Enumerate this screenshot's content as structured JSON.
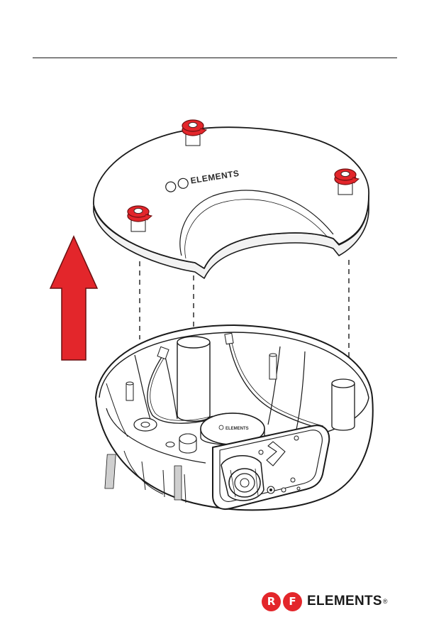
{
  "brand": {
    "circle_left": "R",
    "circle_right": "F",
    "word": "ELEMENTS",
    "registered": "®",
    "red": "#e3262b"
  },
  "illustration": {
    "arrow_color": "#e3262b",
    "outline_color": "#1a1a1a",
    "icons": {
      "up_arrow": "up-arrow-icon",
      "screw": "screw-icon"
    }
  }
}
